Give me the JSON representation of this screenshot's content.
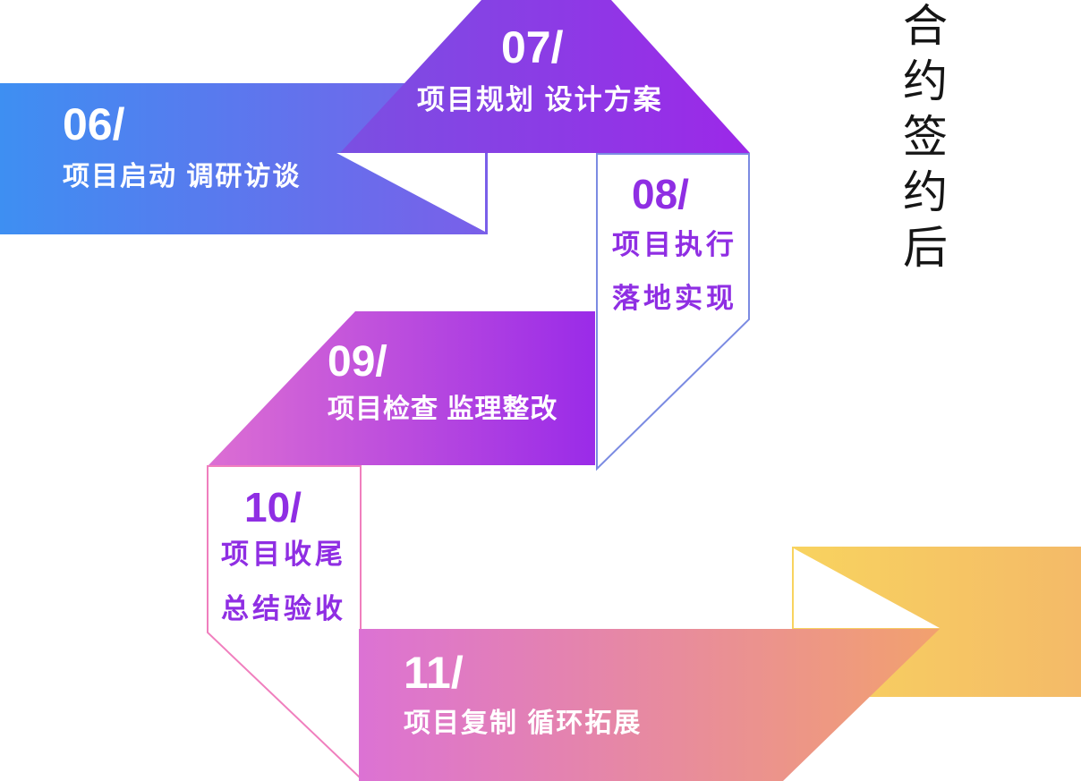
{
  "side_title": "合约签约后",
  "steps": [
    {
      "id": "06",
      "number": "06/",
      "label": "项目启动 调研访谈"
    },
    {
      "id": "07",
      "number": "07/",
      "label": "项目规划 设计方案"
    },
    {
      "id": "08",
      "number": "08/",
      "label": "项目执行",
      "label2": "落地实现"
    },
    {
      "id": "09",
      "number": "09/",
      "label": "项目检查 监理整改"
    },
    {
      "id": "10",
      "number": "10/",
      "label": "项目收尾",
      "label2": "总结验收"
    },
    {
      "id": "11",
      "number": "11/",
      "label": "项目复制 循环拓展"
    }
  ],
  "colors": {
    "g06_from": "#3E8FF2",
    "g06_to": "#7A5FE9",
    "g07_from": "#7A50E2",
    "g07_to": "#9C28E8",
    "g09_from": "#DC6ED3",
    "g09_to": "#9A2BE8",
    "g11_from": "#DC72D4",
    "g11_to": "#F2A16E",
    "fold_from": "#F8D35F",
    "fold_to": "#F4BA68",
    "outline_08": "#7B8BE2",
    "outline_10": "#F07FBE",
    "text_purple": "#8F2EE3",
    "text_white": "#FFFFFF",
    "side_text": "#151515"
  }
}
